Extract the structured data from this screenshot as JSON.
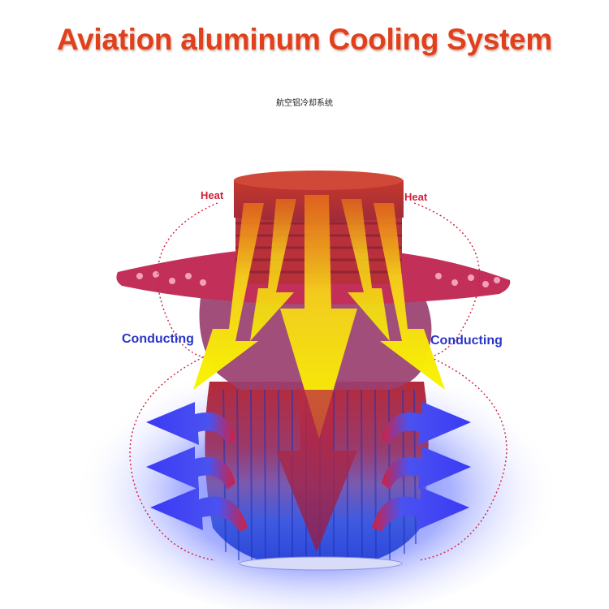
{
  "title": "Aviation aluminum Cooling System",
  "subtitle": "航空铝冷却系统",
  "labels": {
    "heat_left": "Heat",
    "heat_right": "Heat",
    "conducting_left": "Conducting",
    "conducting_right": "Conducting"
  },
  "colors": {
    "title": "#e0401c",
    "heat": "#d0203a",
    "conducting": "#2b34c8",
    "hot_body": "#b0283c",
    "cool_body": "#3050d8",
    "arrow_heat": "#f5f000",
    "arrow_cool": "#3a48f0"
  }
}
